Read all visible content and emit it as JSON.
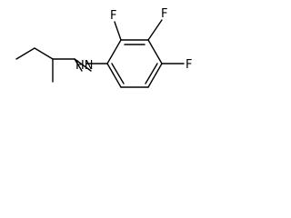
{
  "molecule": {
    "labels": {
      "nh": "HN",
      "f_top_left": "F",
      "f_top_right": "F",
      "f_right": "F"
    },
    "colors": {
      "bond": "#000000",
      "text": "#000000",
      "background": "#ffffff"
    }
  }
}
